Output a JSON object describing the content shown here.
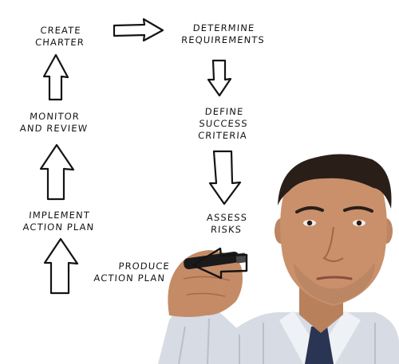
{
  "diagram": {
    "steps": [
      {
        "id": "create",
        "lines": [
          "CREATE",
          "CHARTER"
        ]
      },
      {
        "id": "determine",
        "lines": [
          "DETERMINE",
          "REQUIREMENTS"
        ]
      },
      {
        "id": "define",
        "lines": [
          "DEFINE",
          "SUCCESS",
          "CRITERIA"
        ]
      },
      {
        "id": "assess",
        "lines": [
          "ASSESS",
          "RISKS"
        ]
      },
      {
        "id": "produce",
        "lines": [
          "PRODUCE",
          "ACTION PLAN"
        ]
      },
      {
        "id": "implement",
        "lines": [
          "IMPLEMENT",
          "ACTION PLAN"
        ]
      },
      {
        "id": "monitor",
        "lines": [
          "MONITOR",
          "AND REVIEW"
        ]
      }
    ],
    "flow": [
      "create",
      "determine",
      "define",
      "assess",
      "produce",
      "implement",
      "monitor",
      "create"
    ]
  },
  "photo": {
    "subject": "man-with-marker",
    "colors": {
      "ink": "#141414",
      "skin": "#c9906b",
      "hair": "#2a1e18",
      "shirt": "#d6dbe4",
      "tie": "#2a3553",
      "marker": "#1a1a1a",
      "background": "#ffffff"
    }
  }
}
